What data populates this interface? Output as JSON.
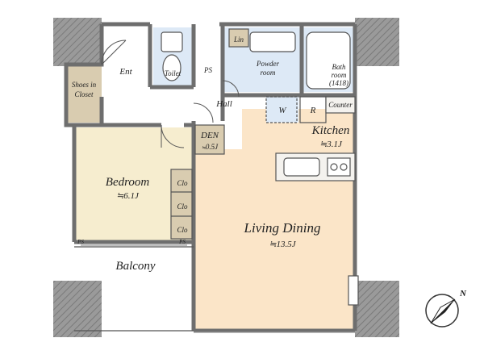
{
  "colors": {
    "wall": "#8a8a8a",
    "wall_dark": "#6e6e6e",
    "living": "#fbe5c8",
    "bedroom": "#f6edcf",
    "storage": "#d9ccb0",
    "wet": "#dde9f6",
    "counter": "#f4f2ee"
  },
  "rooms": {
    "shoes": {
      "line1": "Shoes in",
      "line2": "Closet"
    },
    "ent": "Ent",
    "toilet": "Toilet",
    "ps_top": "PS",
    "lin": "Lin",
    "powder": {
      "line1": "Powder",
      "line2": "room"
    },
    "bath": {
      "line1": "Bath",
      "line2": "room",
      "line3": "(1418)"
    },
    "hall": "Hall",
    "w": "W",
    "r": "R",
    "counter": "Counter",
    "kitchen": {
      "name": "Kitchen",
      "size": "≒3.1J"
    },
    "den": {
      "name": "DEN",
      "size_prefix": "≒",
      "size": "0.5J"
    },
    "bedroom": {
      "name": "Bedroom",
      "size": "≒6.1J"
    },
    "clo": [
      "Clo",
      "Clo",
      "Clo"
    ],
    "ps_bottom": [
      "PS",
      "PS"
    ],
    "balcony": "Balcony",
    "living": {
      "name": "Living Dining",
      "size": "≒13.5J"
    }
  },
  "compass": {
    "label": "N"
  }
}
